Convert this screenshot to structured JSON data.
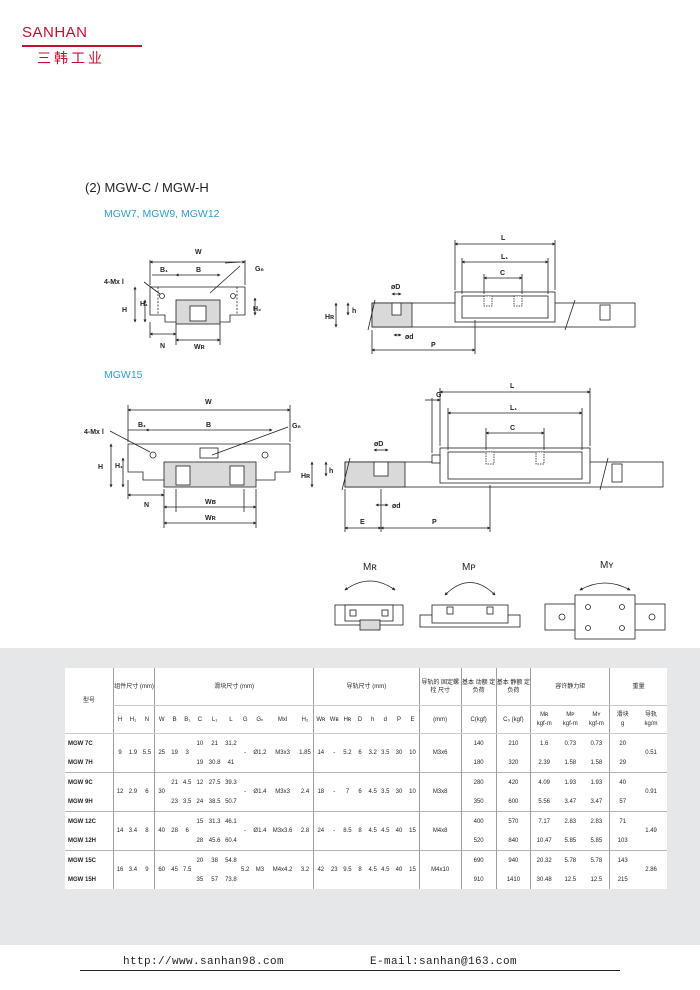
{
  "header": {
    "brand_en": "SANHAN",
    "brand_cn": "三韩工业"
  },
  "section_title": "(2) MGW-C / MGW-H",
  "subtitle_1": "MGW7, MGW9, MGW12",
  "subtitle_2": "MGW15",
  "drawing_labels": {
    "W": "W",
    "B": "B",
    "B1": "B₁",
    "Gn": "Gₙ",
    "mxl": "4-Mx l",
    "H": "H",
    "H1": "H₁",
    "H2": "H₂",
    "N": "N",
    "WR": "Wʀ",
    "WB": "Wʙ",
    "L": "L",
    "L1": "L₁",
    "C": "C",
    "G": "G",
    "D": "øD",
    "d": "ød",
    "h": "h",
    "HR": "Hʀ",
    "E": "E",
    "P": "P"
  },
  "moment_labels": {
    "mr": "Mʀ",
    "mp": "Mᴘ",
    "my": "Mʏ"
  },
  "table": {
    "header": {
      "model": "型号",
      "assembly": "组件尺寸 (mm)",
      "block": "滑块尺寸 (mm)",
      "rail": "导轨尺寸 (mm)",
      "bolt": "导轨的 固定螺栓 尺寸",
      "dyn": "基本 动额 定负荷",
      "stat": "基本 静额 定负荷",
      "moment": "容许静力矩",
      "weight": "重量"
    },
    "sub": {
      "assembly": [
        "H",
        "H₁",
        "N"
      ],
      "block": [
        "W",
        "B",
        "B₁",
        "C",
        "L₁",
        "L",
        "G",
        "Gₙ",
        "Mxl",
        "H₂"
      ],
      "rail": [
        "Wʀ",
        "Wʙ",
        "Hʀ",
        "D",
        "h",
        "d",
        "P",
        "E"
      ],
      "bolt": "(mm)",
      "dyn": "C(kgf)",
      "stat": "C₀ (kgf)",
      "moment_axes": [
        "Mʀ",
        "Mᴘ",
        "Mʏ"
      ],
      "moment_unit": [
        "kgf-m",
        "kgf-m",
        "kgf-m"
      ],
      "weight_names": [
        "滑块",
        "导轨"
      ],
      "weight_units": [
        "g",
        "kg/m"
      ]
    },
    "groups": [
      {
        "H": "9",
        "H1": "1.9",
        "N": "5.5",
        "W": "25",
        "B": "19",
        "B1": "3",
        "G": "-",
        "Gn": "Ø1.2",
        "Mxl": "M3x3",
        "H2": "1.85",
        "WR": "14",
        "WB": "-",
        "HR": "5.2",
        "D": "6",
        "h": "3.2",
        "d": "3.5",
        "P": "30",
        "E": "10",
        "bolt": "M3x6",
        "rail_weight": "0.51",
        "rows": [
          {
            "model": "MGW 7C",
            "C": "10",
            "L1": "21",
            "L": "31.2",
            "dyn": "140",
            "stat": "210",
            "MR": "1.6",
            "MP": "0.73",
            "MY": "0.73",
            "g": "20"
          },
          {
            "model": "MGW 7H",
            "C": "19",
            "L1": "30.8",
            "L": "41",
            "dyn": "180",
            "stat": "320",
            "MR": "2.39",
            "MP": "1.58",
            "MY": "1.58",
            "g": "29"
          }
        ]
      },
      {
        "H": "12",
        "H1": "2.9",
        "N": "6",
        "W": "30",
        "B": "",
        "B1": "",
        "G": "-",
        "Gn": "Ø1.4",
        "Mxl": "M3x3",
        "H2": "2.4",
        "WR": "18",
        "WB": "-",
        "HR": "7",
        "D": "6",
        "h": "4.5",
        "d": "3.5",
        "P": "30",
        "E": "10",
        "bolt": "M3x8",
        "rail_weight": "0.91",
        "rows": [
          {
            "model": "MGW 9C",
            "B": "21",
            "B1": "4.5",
            "C": "12",
            "L1": "27.5",
            "L": "39.3",
            "dyn": "280",
            "stat": "420",
            "MR": "4.09",
            "MP": "1.93",
            "MY": "1.93",
            "g": "40"
          },
          {
            "model": "MGW 9H",
            "B": "23",
            "B1": "3.5",
            "C": "24",
            "L1": "38.5",
            "L": "50.7",
            "dyn": "350",
            "stat": "600",
            "MR": "5.56",
            "MP": "3.47",
            "MY": "3.47",
            "g": "57"
          }
        ]
      },
      {
        "H": "14",
        "H1": "3.4",
        "N": "8",
        "W": "40",
        "B": "28",
        "B1": "6",
        "G": "-",
        "Gn": "Ø1.4",
        "Mxl": "M3x3.6",
        "H2": "2.8",
        "WR": "24",
        "WB": "-",
        "HR": "8.5",
        "D": "8",
        "h": "4.5",
        "d": "4.5",
        "P": "40",
        "E": "15",
        "bolt": "M4x8",
        "rail_weight": "1.49",
        "rows": [
          {
            "model": "MGW 12C",
            "C": "15",
            "L1": "31.3",
            "L": "46.1",
            "dyn": "400",
            "stat": "570",
            "MR": "7.17",
            "MP": "2.83",
            "MY": "2.83",
            "g": "71"
          },
          {
            "model": "MGW 12H",
            "C": "28",
            "L1": "45.6",
            "L": "60.4",
            "dyn": "520",
            "stat": "840",
            "MR": "10.47",
            "MP": "5.85",
            "MY": "5.85",
            "g": "103"
          }
        ]
      },
      {
        "H": "16",
        "H1": "3.4",
        "N": "9",
        "W": "60",
        "B": "45",
        "B1": "7.5",
        "G": "5.2",
        "Gn": "M3",
        "Mxl": "M4x4.2",
        "H2": "3.2",
        "WR": "42",
        "WB": "23",
        "HR": "9.5",
        "D": "8",
        "h": "4.5",
        "d": "4.5",
        "P": "40",
        "E": "15",
        "bolt": "M4x10",
        "rail_weight": "2.86",
        "rows": [
          {
            "model": "MGW 15C",
            "C": "20",
            "L1": "38",
            "L": "54.8",
            "dyn": "690",
            "stat": "940",
            "MR": "20.32",
            "MP": "5.78",
            "MY": "5.78",
            "g": "143"
          },
          {
            "model": "MGW 15H",
            "C": "35",
            "L1": "57",
            "L": "73.8",
            "dyn": "910",
            "stat": "1410",
            "MR": "30.48",
            "MP": "12.5",
            "MY": "12.5",
            "g": "215"
          }
        ]
      }
    ]
  },
  "footer": {
    "website": "http://www.sanhan98.com",
    "email": "E-mail:sanhan@163.com"
  },
  "colors": {
    "brand_red": "#c8102e",
    "accent_blue": "#2a9fd6",
    "table_bg": "#e6e7e8"
  }
}
